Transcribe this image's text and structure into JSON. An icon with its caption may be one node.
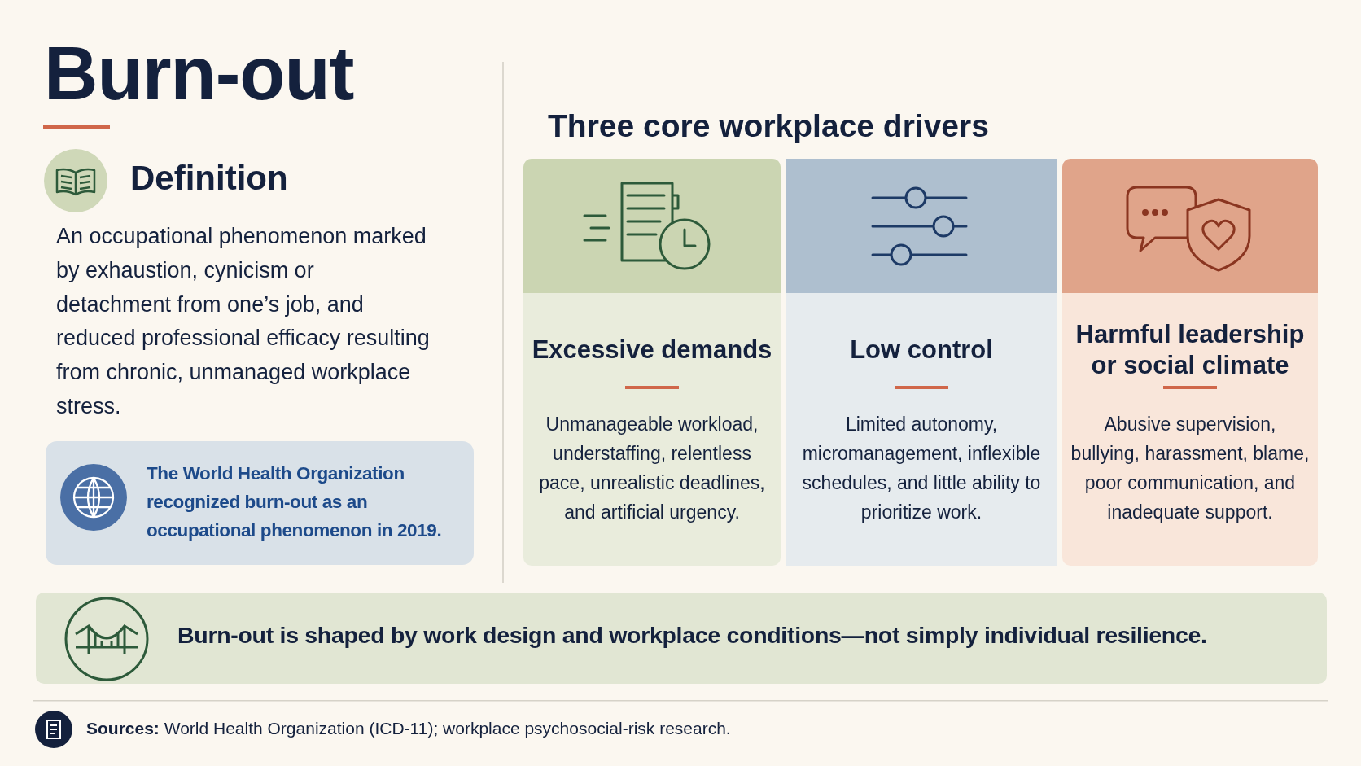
{
  "diagram": {
    "title": "Burn-out",
    "nodes": [
      {
        "text": [
          "The World Health Organization recognized burn-out as an occupational phenomenon in 2019."
        ]
      },
      {
        "text": [
          "Excessive demands",
          "Unmanageable workload, understaffing, relentless pace, unrealistic deadlines, and artificial urgency."
        ]
      },
      {
        "text": [
          "Low control",
          "Limited autonomy, micromanagement, inflexible schedules, and little ability to prioritize work."
        ]
      },
      {
        "text": [
          "Harmful leadership or social climate",
          "Abusive supervision, bullying, harassment, blame, poor communication, and inadequate support."
        ]
      },
      {
        "text": [
          "Burn-out is shaped by work design and workplace conditions—not simply individual resilience."
        ]
      }
    ],
    "labels": [
      "Definition",
      "An occupational phenomenon marked by exhaustion, cynicism or detachment from one’s job, and reduced professional efficacy resulting from chronic, unmanaged workplace stress.",
      "Three core workplace drivers",
      "**Sources:** World Health Organization (ICD-11); workplace psychosocial-risk research."
    ]
  }
}
